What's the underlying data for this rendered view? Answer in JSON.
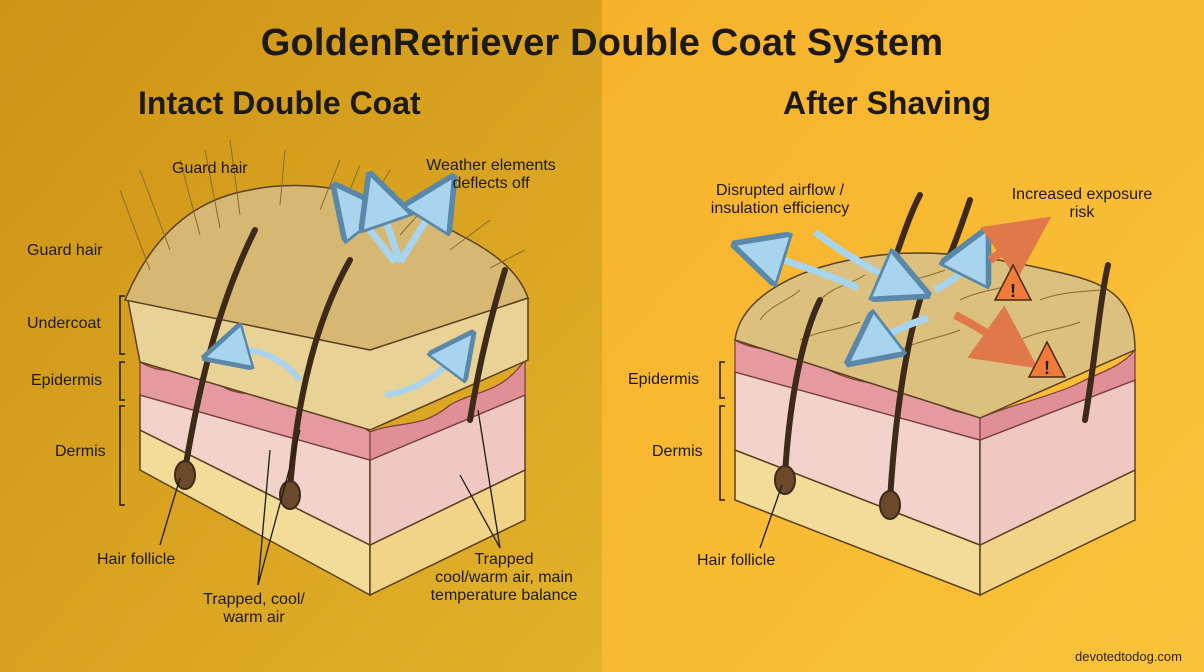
{
  "title": "GoldenRetriever Double  Coat System",
  "left_panel": {
    "heading": "Intact Double Coat",
    "labels": {
      "guard_hair_top": "Guard hair",
      "guard_hair_side": "Guard hair",
      "weather": "Weather elements\ndeflects off",
      "undercoat": "Undercoat",
      "epidermis": "Epidermis",
      "dermis": "Dermis",
      "hair_follicle": "Hair follicle",
      "trapped_air_center": "Trapped, cool/\nwarm air",
      "trapped_air_right": "Trapped\ncool/warm air, main\ntemperature balance"
    }
  },
  "right_panel": {
    "heading": "After Shaving",
    "labels": {
      "airflow": "Disrupted airflow /\ninsulation efficiency",
      "exposure": "Increased exposure\nrisk",
      "epidermis": "Epidermis",
      "dermis": "Dermis",
      "hair_follicle": "Hair follicle"
    }
  },
  "footer": "devotedtodog.com",
  "colors": {
    "left_bg": "#d9a21f",
    "right_bg": "#f5b52e",
    "fur": "#d9bd78",
    "skin": "#f1c9c4",
    "fat": "#f0d58a",
    "airflow_arrow": "#a9d4ee",
    "risk_arrow": "#e0784a"
  },
  "icons": [
    "warning-icon",
    "airflow-arrow-icon",
    "risk-arrow-icon"
  ]
}
